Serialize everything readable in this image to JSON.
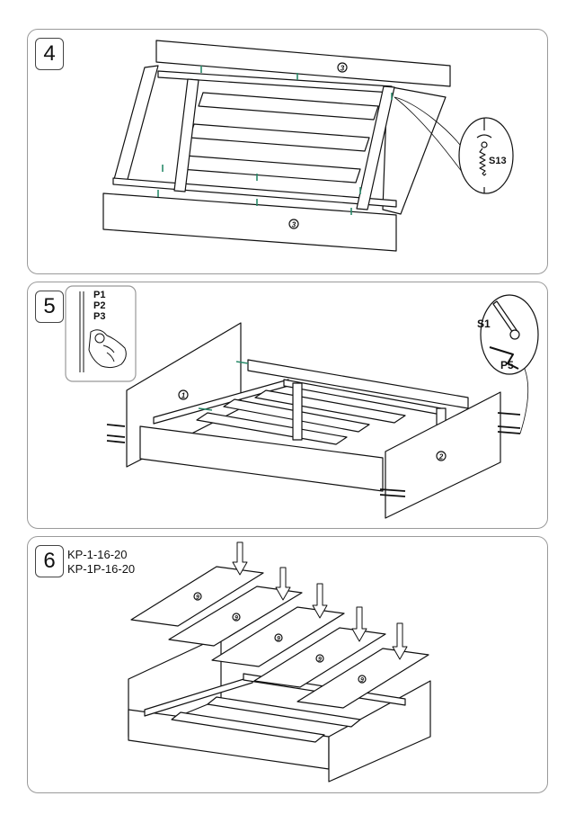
{
  "steps": [
    {
      "number": "4",
      "labels": {
        "part_back": "3",
        "part_front": "3",
        "fastener": "S13"
      }
    },
    {
      "number": "5",
      "labels": {
        "headboard": "1",
        "footboard": "2",
        "inset_codes": [
          "P1",
          "P2",
          "P3"
        ],
        "fastener_a": "S1",
        "fastener_b": "P5"
      }
    },
    {
      "number": "6",
      "models": [
        "KP-1-16-20",
        "KP-1P-16-20"
      ],
      "slat_label": "9"
    }
  ]
}
